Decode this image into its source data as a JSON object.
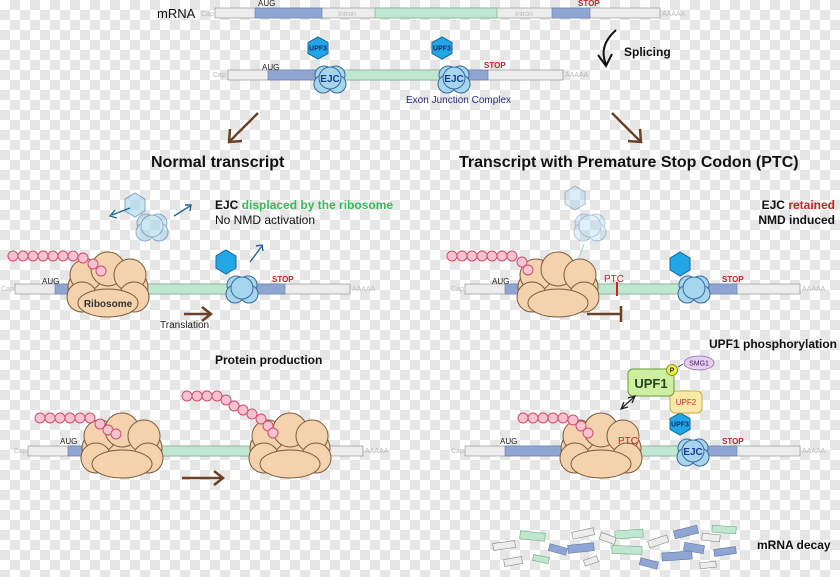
{
  "labels": {
    "mrna": "mRNA",
    "cap": "Cap",
    "aug": "AUG",
    "intron": "Intron",
    "stop": "STOP",
    "polya": "AAAAA",
    "splicing": "Splicing",
    "upf3": "UPF3",
    "ejc": "EJC",
    "ejc_caption": "Exon Junction Complex",
    "normal_heading": "Normal transcript",
    "ptc_heading": "Transcript with Premature Stop Codon (PTC)",
    "ejc_word": "EJC",
    "displaced_text": "displaced by the ribosome",
    "no_nmd": "No NMD activation",
    "retained_text": "retained",
    "nmd_induced": "NMD induced",
    "ribosome": "Ribosome",
    "translation": "Translation",
    "ptc": "PTC",
    "protein_production": "Protein production",
    "upf1_phos": "UPF1 phosphorylation",
    "upf1": "UPF1",
    "upf2": "UPF2",
    "smg1": "SMG1",
    "phospho": "P",
    "decay": "mRNA decay"
  },
  "colors": {
    "coding": "#8fa6d2",
    "exon2": "#bfe6cf",
    "utr": "#ececec",
    "ejc": "#a6d6ee",
    "upf3": "#22a6e6",
    "ribosome": "#f3d2ad",
    "peptide": "#f7c3d3",
    "upf1": "#cdf0a0",
    "upf2": "#fde9a6",
    "smg1": "#e4cff0",
    "arrow": "#6b4226",
    "ptc_stop": "#cc2222"
  }
}
